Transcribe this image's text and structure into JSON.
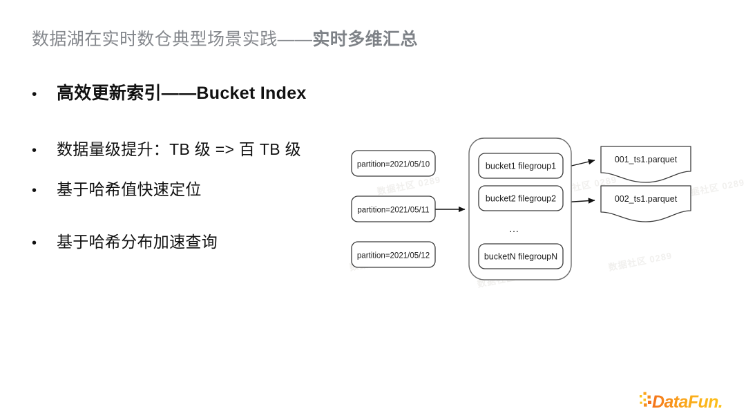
{
  "slide": {
    "title_normal": "数据湖在实时数仓典型场景实践——",
    "title_bold": "实时多维汇总",
    "bullet_marker": "•"
  },
  "content": {
    "heading_bullet": "高效更新索引——Bucket Index",
    "bullets": [
      "数据量级提升：TB 级 => 百 TB 级",
      "基于哈希值快速定位",
      "基于哈希分布加速查询"
    ]
  },
  "diagram": {
    "partitions": [
      "partition=2021/05/10",
      "partition=2021/05/11",
      "partition=2021/05/12"
    ],
    "buckets": [
      "bucket1 filegroup1",
      "bucket2 filegroup2",
      "bucketN filegroupN"
    ],
    "bucket_ellipsis": "…",
    "files": [
      "001_ts1.parquet",
      "002_ts1.parquet"
    ]
  },
  "watermarks": [
    "数据社区 0289",
    "数据社区 0289",
    "数据社区 0289",
    "数据社区 0289",
    "数据社区 0289",
    "数据社区 0289"
  ],
  "logo": {
    "text": "DataFun.",
    "color_orange": "#F4731C",
    "color_yellow": "#FCC21B"
  }
}
